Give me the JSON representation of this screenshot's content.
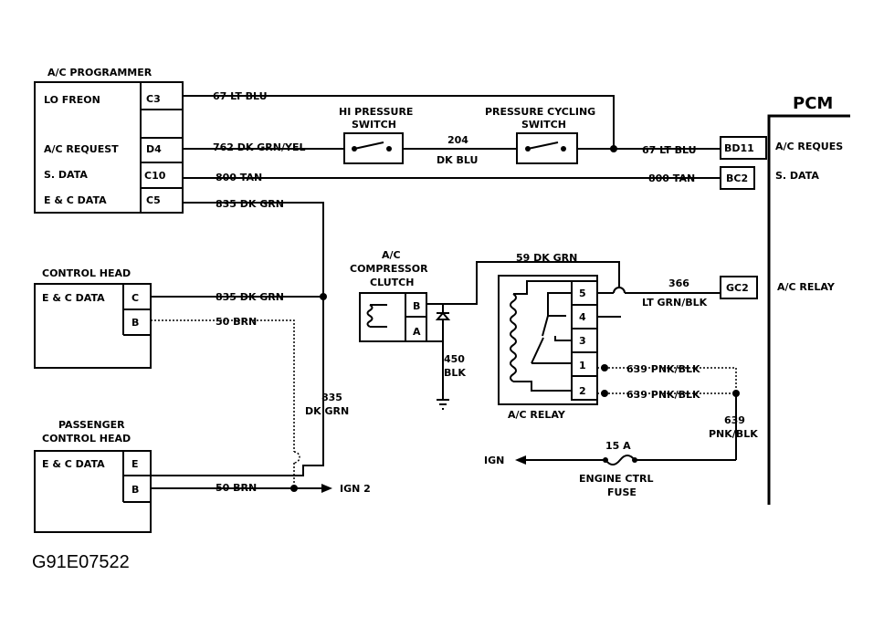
{
  "ac_programmer": {
    "title": "A/C PROGRAMMER",
    "rows": [
      {
        "label": "LO FREON",
        "pin": "C3"
      },
      {
        "label": "A/C REQUEST",
        "pin": "D4"
      },
      {
        "label": "S. DATA",
        "pin": "C10"
      },
      {
        "label": "E & C DATA",
        "pin": "C5"
      }
    ]
  },
  "control_head": {
    "title": "CONTROL HEAD",
    "row_label": "E & C DATA",
    "pins": [
      "C",
      "B"
    ]
  },
  "passenger_head": {
    "title_line1": "PASSENGER",
    "title_line2": "CONTROL HEAD",
    "row_label": "E & C DATA",
    "pins": [
      "E",
      "B"
    ]
  },
  "compressor": {
    "title_line1": "A/C",
    "title_line2": "COMPRESSOR",
    "title_line3": "CLUTCH",
    "pins": [
      "B",
      "A"
    ]
  },
  "hi_pressure_switch": {
    "line1": "HI PRESSURE",
    "line2": "SWITCH"
  },
  "pressure_cycling_switch": {
    "line1": "PRESSURE CYCLING",
    "line2": "SWITCH"
  },
  "relay": {
    "title": "A/C RELAY",
    "pins": [
      "5",
      "4",
      "3",
      "1",
      "2"
    ]
  },
  "pcm": {
    "title": "PCM",
    "connectors": [
      "BD11",
      "BC2",
      "GC2"
    ],
    "labels": [
      "A/C REQUES",
      "S. DATA",
      "A/C RELAY"
    ]
  },
  "wires": {
    "w67a": "67 LT BLU",
    "w762": "762 DK GRN/YEL",
    "w204a": "204",
    "w204b": "DK BLU",
    "w67b": "67 LT BLU",
    "w800a": "800 TAN",
    "w800b": "800 TAN",
    "w835a": "835 DK GRN",
    "w835b": "835 DK GRN",
    "w835c1": "835",
    "w835c2": "DK GRN",
    "w50a": "50 BRN",
    "w50b": "50 BRN",
    "w59": "59 DK GRN",
    "w366a": "366",
    "w366b": "LT GRN/BLK",
    "w639a": "639 PNK/BLK",
    "w639b": "639 PNK/BLK",
    "w639c1": "639",
    "w639c2": "PNK/BLK",
    "w450a": "450",
    "w450b": "BLK"
  },
  "ign": "IGN",
  "ign2": "IGN 2",
  "fuse": {
    "rating": "15 A",
    "line1": "ENGINE CTRL",
    "line2": "FUSE"
  },
  "figure_code": "G91E07522"
}
